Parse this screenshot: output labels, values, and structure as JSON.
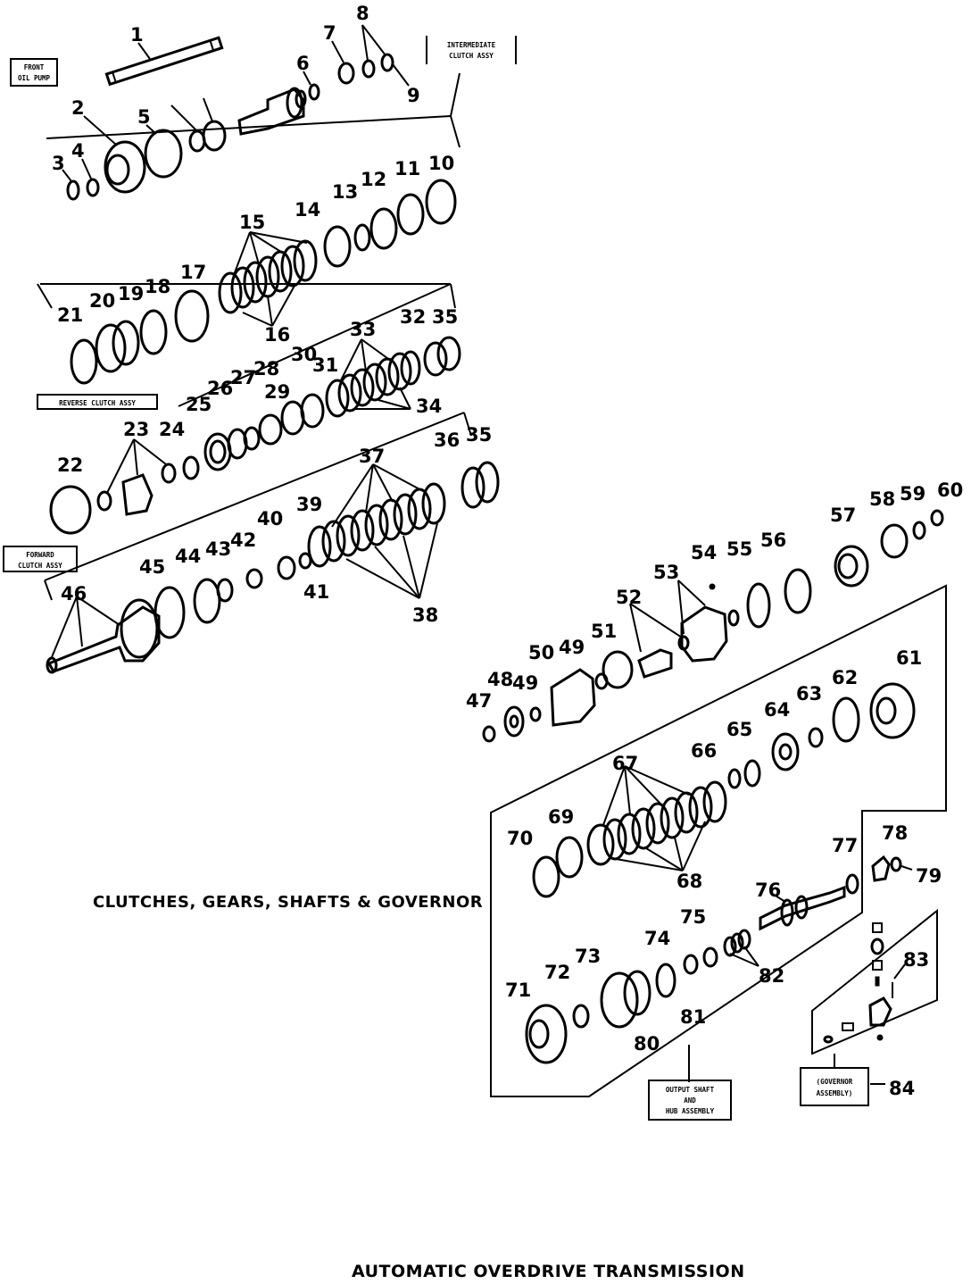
{
  "titles": {
    "section": "CLUTCHES, GEARS, SHAFTS & GOVERNOR",
    "main": "AUTOMATIC OVERDRIVE TRANSMISSION"
  },
  "assembly_labels": {
    "front_oil_pump": [
      "FRONT",
      "OIL PUMP"
    ],
    "intermediate_clutch": [
      "INTERMEDIATE",
      "CLUTCH ASSY"
    ],
    "reverse_clutch": [
      "REVERSE CLUTCH ASSY"
    ],
    "forward_clutch": [
      "FORWARD",
      "CLUTCH ASSY"
    ],
    "output_shaft": [
      "OUTPUT SHAFT",
      "AND",
      "HUB ASSEMBLY"
    ],
    "governor": [
      "(GOVERNOR",
      "ASSEMBLY)"
    ]
  },
  "callouts": [
    "1",
    "2",
    "3",
    "4",
    "5",
    "6",
    "7",
    "8",
    "9",
    "10",
    "11",
    "12",
    "13",
    "14",
    "15",
    "16",
    "17",
    "18",
    "19",
    "20",
    "21",
    "22",
    "23",
    "24",
    "25",
    "26",
    "27",
    "28",
    "29",
    "30",
    "31",
    "32",
    "33",
    "34",
    "35",
    "35",
    "36",
    "37",
    "38",
    "39",
    "40",
    "41",
    "42",
    "43",
    "44",
    "45",
    "46",
    "47",
    "48",
    "49",
    "49",
    "50",
    "51",
    "52",
    "53",
    "54",
    "55",
    "56",
    "57",
    "58",
    "59",
    "60",
    "61",
    "62",
    "63",
    "64",
    "65",
    "66",
    "67",
    "68",
    "69",
    "70",
    "71",
    "72",
    "73",
    "74",
    "75",
    "76",
    "77",
    "78",
    "79",
    "80",
    "81",
    "82",
    "83",
    "84"
  ]
}
